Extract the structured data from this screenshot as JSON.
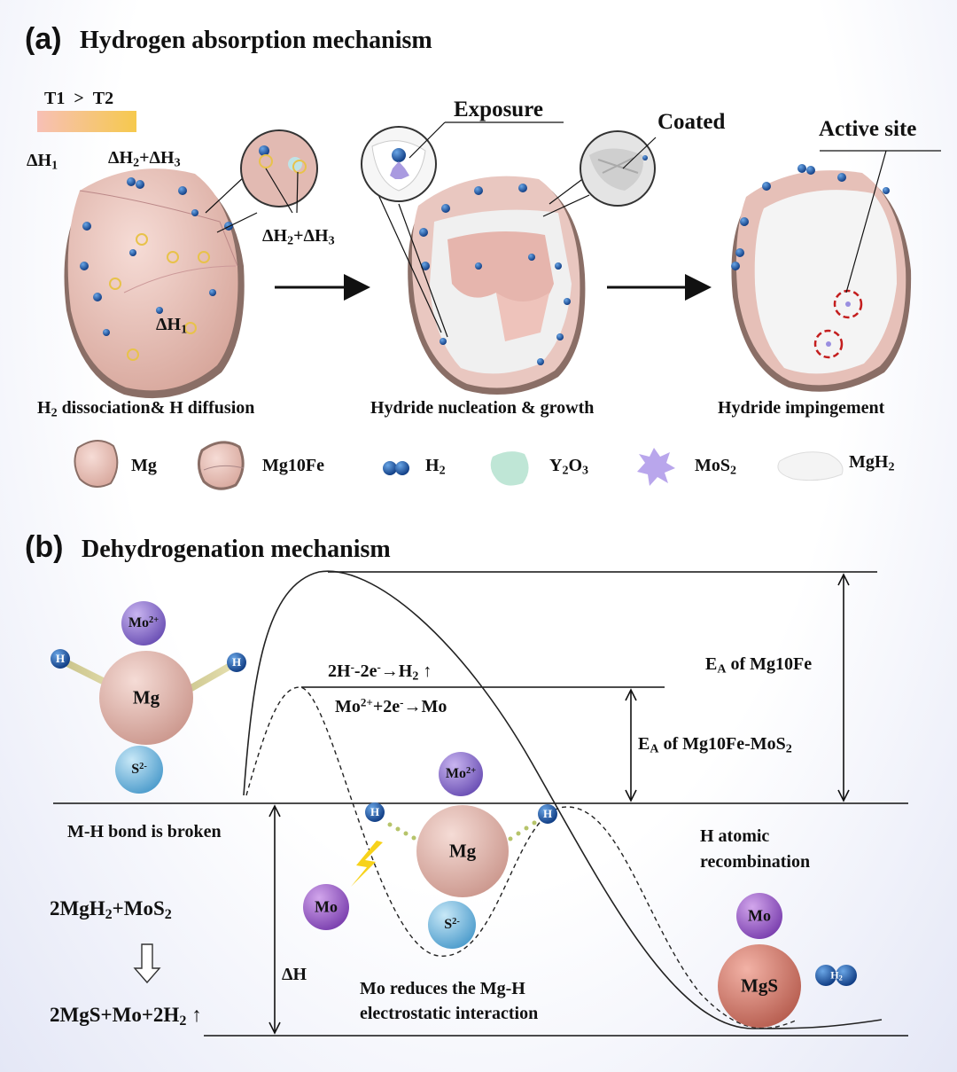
{
  "panel_a": {
    "letter": "(a)",
    "title": "Hydrogen absorption mechanism",
    "temperature": {
      "t1": "T1",
      "cmp": ">",
      "t2": "T2"
    },
    "dh1": "ΔH",
    "dh1_sub": "1",
    "dh23": {
      "a": "ΔH",
      "a_sub": "2",
      "plus": "+ΔH",
      "b_sub": "3"
    },
    "callouts": {
      "exposure": "Exposure",
      "coated": "Coated",
      "active_site": "Active site"
    },
    "stages": {
      "s1": {
        "pre": "H",
        "sub": "2",
        "post": " dissociation& H diffusion"
      },
      "s2": "Hydride nucleation & growth",
      "s3": "Hydride impingement"
    },
    "legend": {
      "mg": "Mg",
      "mg10fe": "Mg10Fe",
      "h2": {
        "t": "H",
        "s": "2"
      },
      "y2o3": {
        "a": "Y",
        "s1": "2",
        "b": "O",
        "s2": "3"
      },
      "mos2": {
        "a": "MoS",
        "s": "2"
      },
      "mgh2": {
        "a": "MgH",
        "s": "2"
      }
    }
  },
  "panel_b": {
    "letter": "(b)",
    "title": "Dehydrogenation mechanism",
    "reaction_h": {
      "a": "2H",
      "sup1": "-",
      "b": "-2e",
      "sup2": "-",
      "c": "→H",
      "s": "2",
      "d": " ↑"
    },
    "reaction_mo": {
      "a": "Mo",
      "sup1": "2+",
      "b": "+2e",
      "sup2": "-",
      "c": "→Mo"
    },
    "ea_mg10fe": {
      "a": "E",
      "s": "A",
      "b": " of Mg10Fe"
    },
    "ea_mos2": {
      "a": "E",
      "s": "A",
      "b": " of Mg10Fe-MoS",
      "s2": "2"
    },
    "bond_broken": "M-H bond is broken",
    "recombination_1": "H atomic",
    "recombination_2": "recombination",
    "eq1": {
      "a": "2MgH",
      "s1": "2",
      "b": "+MoS",
      "s2": "2"
    },
    "eq2": {
      "a": "2MgS+Mo+2H",
      "s": "2",
      "b": " ↑"
    },
    "delta_h": "ΔH",
    "mo_reduces_1": "Mo reduces the Mg-H",
    "mo_reduces_2": "electrostatic interaction",
    "atoms": {
      "mo2": "Mo",
      "mo2_sup": "2+",
      "mg": "Mg",
      "h": "H",
      "s2": "S",
      "s2_sup": "2-",
      "mo": "Mo",
      "mgs": "MgS",
      "h2": "H",
      "h2_sub": "2"
    }
  }
}
